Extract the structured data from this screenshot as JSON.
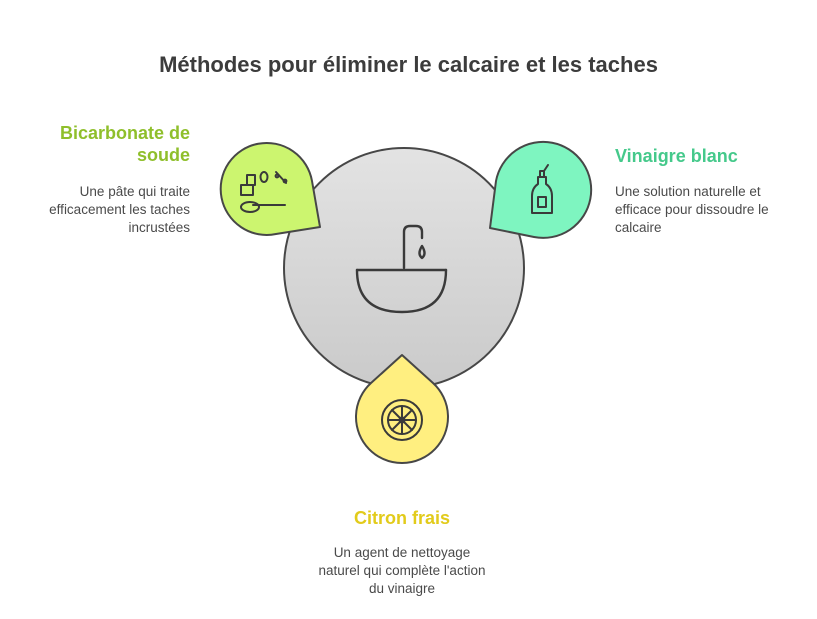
{
  "title": "Méthodes pour éliminer le calcaire et les taches",
  "center": {
    "icon": "faucet-sink-icon"
  },
  "items": [
    {
      "label": "Bicarbonate de soude",
      "description": "Une pâte qui traite efficacement les taches incrustées",
      "color": "#ccf56f",
      "label_color": "#8fbf2b",
      "icon": "baking-soda-scoop-icon"
    },
    {
      "label": "Vinaigre blanc",
      "description": "Une solution naturelle et efficace pour dissoudre le calcaire",
      "color": "#7ef5c0",
      "label_color": "#45c98b",
      "icon": "vinegar-bottle-icon"
    },
    {
      "label": "Citron frais",
      "description": "Un agent de nettoyage naturel qui complète l'action du vinaigre",
      "color": "#ffef80",
      "label_color": "#e2cb1b",
      "icon": "lemon-slice-icon"
    }
  ]
}
